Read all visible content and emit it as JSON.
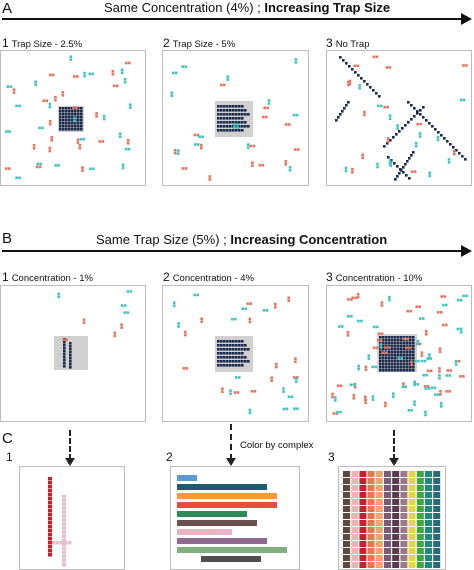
{
  "row_a": {
    "letter": "A",
    "title_plain": "Same Concentration (4%) ; ",
    "title_bold": "Increasing Trap Size",
    "panels": [
      {
        "num": "1",
        "label": "Trap Size - 2.5%"
      },
      {
        "num": "2",
        "label": "Trap Size - 5%"
      },
      {
        "num": "3",
        "label": "No Trap"
      }
    ]
  },
  "row_b": {
    "letter": "B",
    "title_plain": "Same Trap Size (5%) ; ",
    "title_bold": "Increasing Concentration",
    "panels": [
      {
        "num": "1",
        "label": "Concentration - 1%"
      },
      {
        "num": "2",
        "label": "Concentration - 4%"
      },
      {
        "num": "3",
        "label": "Concentration - 10%"
      }
    ]
  },
  "row_c": {
    "letter": "C",
    "panels": [
      {
        "num": "1"
      },
      {
        "num": "2"
      },
      {
        "num": "3"
      }
    ],
    "annotation": "Color by complex"
  },
  "colors": {
    "red_particle": "#e8735f",
    "teal_particle": "#3ec6c0",
    "bound_particle": "#1b2a4a",
    "trap_gray": "#d0d0d0",
    "panel_border": "#bdbdbd",
    "c1_red": "#c8202a",
    "c1_pink": "#e7bfc8",
    "c2_palette": [
      "#5b9bd5",
      "#1f5a6e",
      "#f39c34",
      "#e74c3c",
      "#2e8b57",
      "#6b4f4f",
      "#e8b4c4",
      "#8e6b8e",
      "#7fb07f",
      "#4f4f4f"
    ],
    "c3_palette": [
      "#5b4a3a",
      "#e8b4b4",
      "#c8202a",
      "#e8734f",
      "#f5a56b",
      "#7a5a7a",
      "#5a3a4a",
      "#9a7a8a",
      "#e8d050",
      "#3aaa3a",
      "#1f8a7a",
      "#2a6a7a"
    ]
  }
}
